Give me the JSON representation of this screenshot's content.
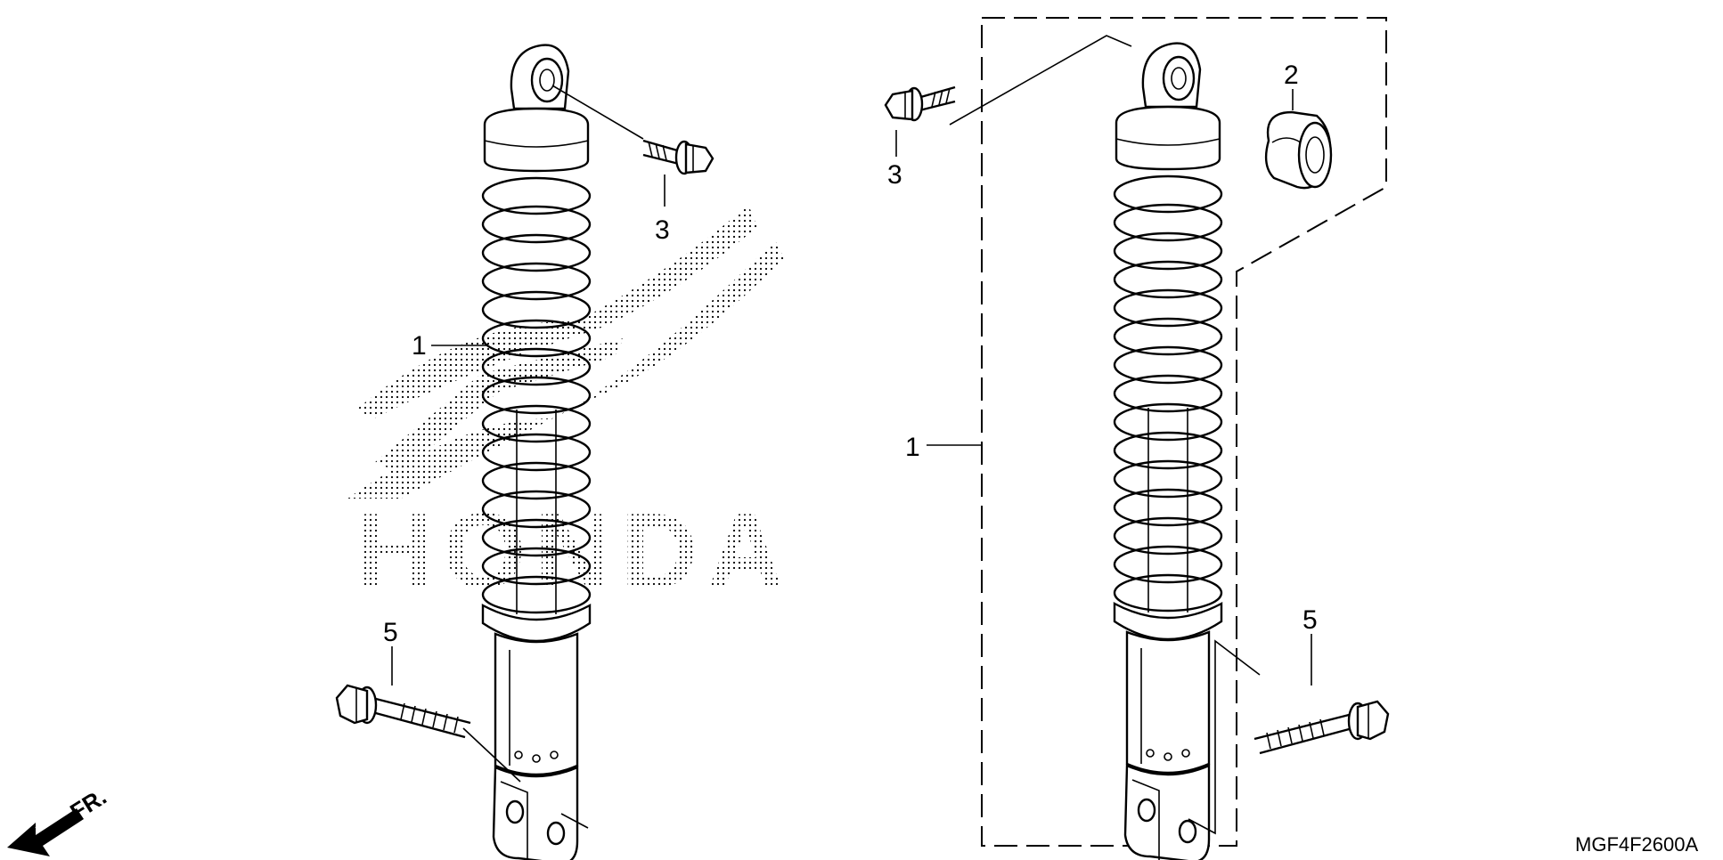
{
  "diagram_code": "MGF4F2600A",
  "direction_label": "FR.",
  "watermark": "HONDA",
  "callouts": {
    "left_shock": "1",
    "left_bolt_top": "3",
    "left_bolt_bottom": "5",
    "right_shock": "1",
    "right_bushing": "2",
    "right_bolt_top": "3",
    "right_bolt_bottom": "5"
  },
  "colors": {
    "line": "#000000",
    "background": "#ffffff",
    "watermark_dots": "#000000"
  },
  "icons": {
    "direction": "front-arrow-icon"
  }
}
